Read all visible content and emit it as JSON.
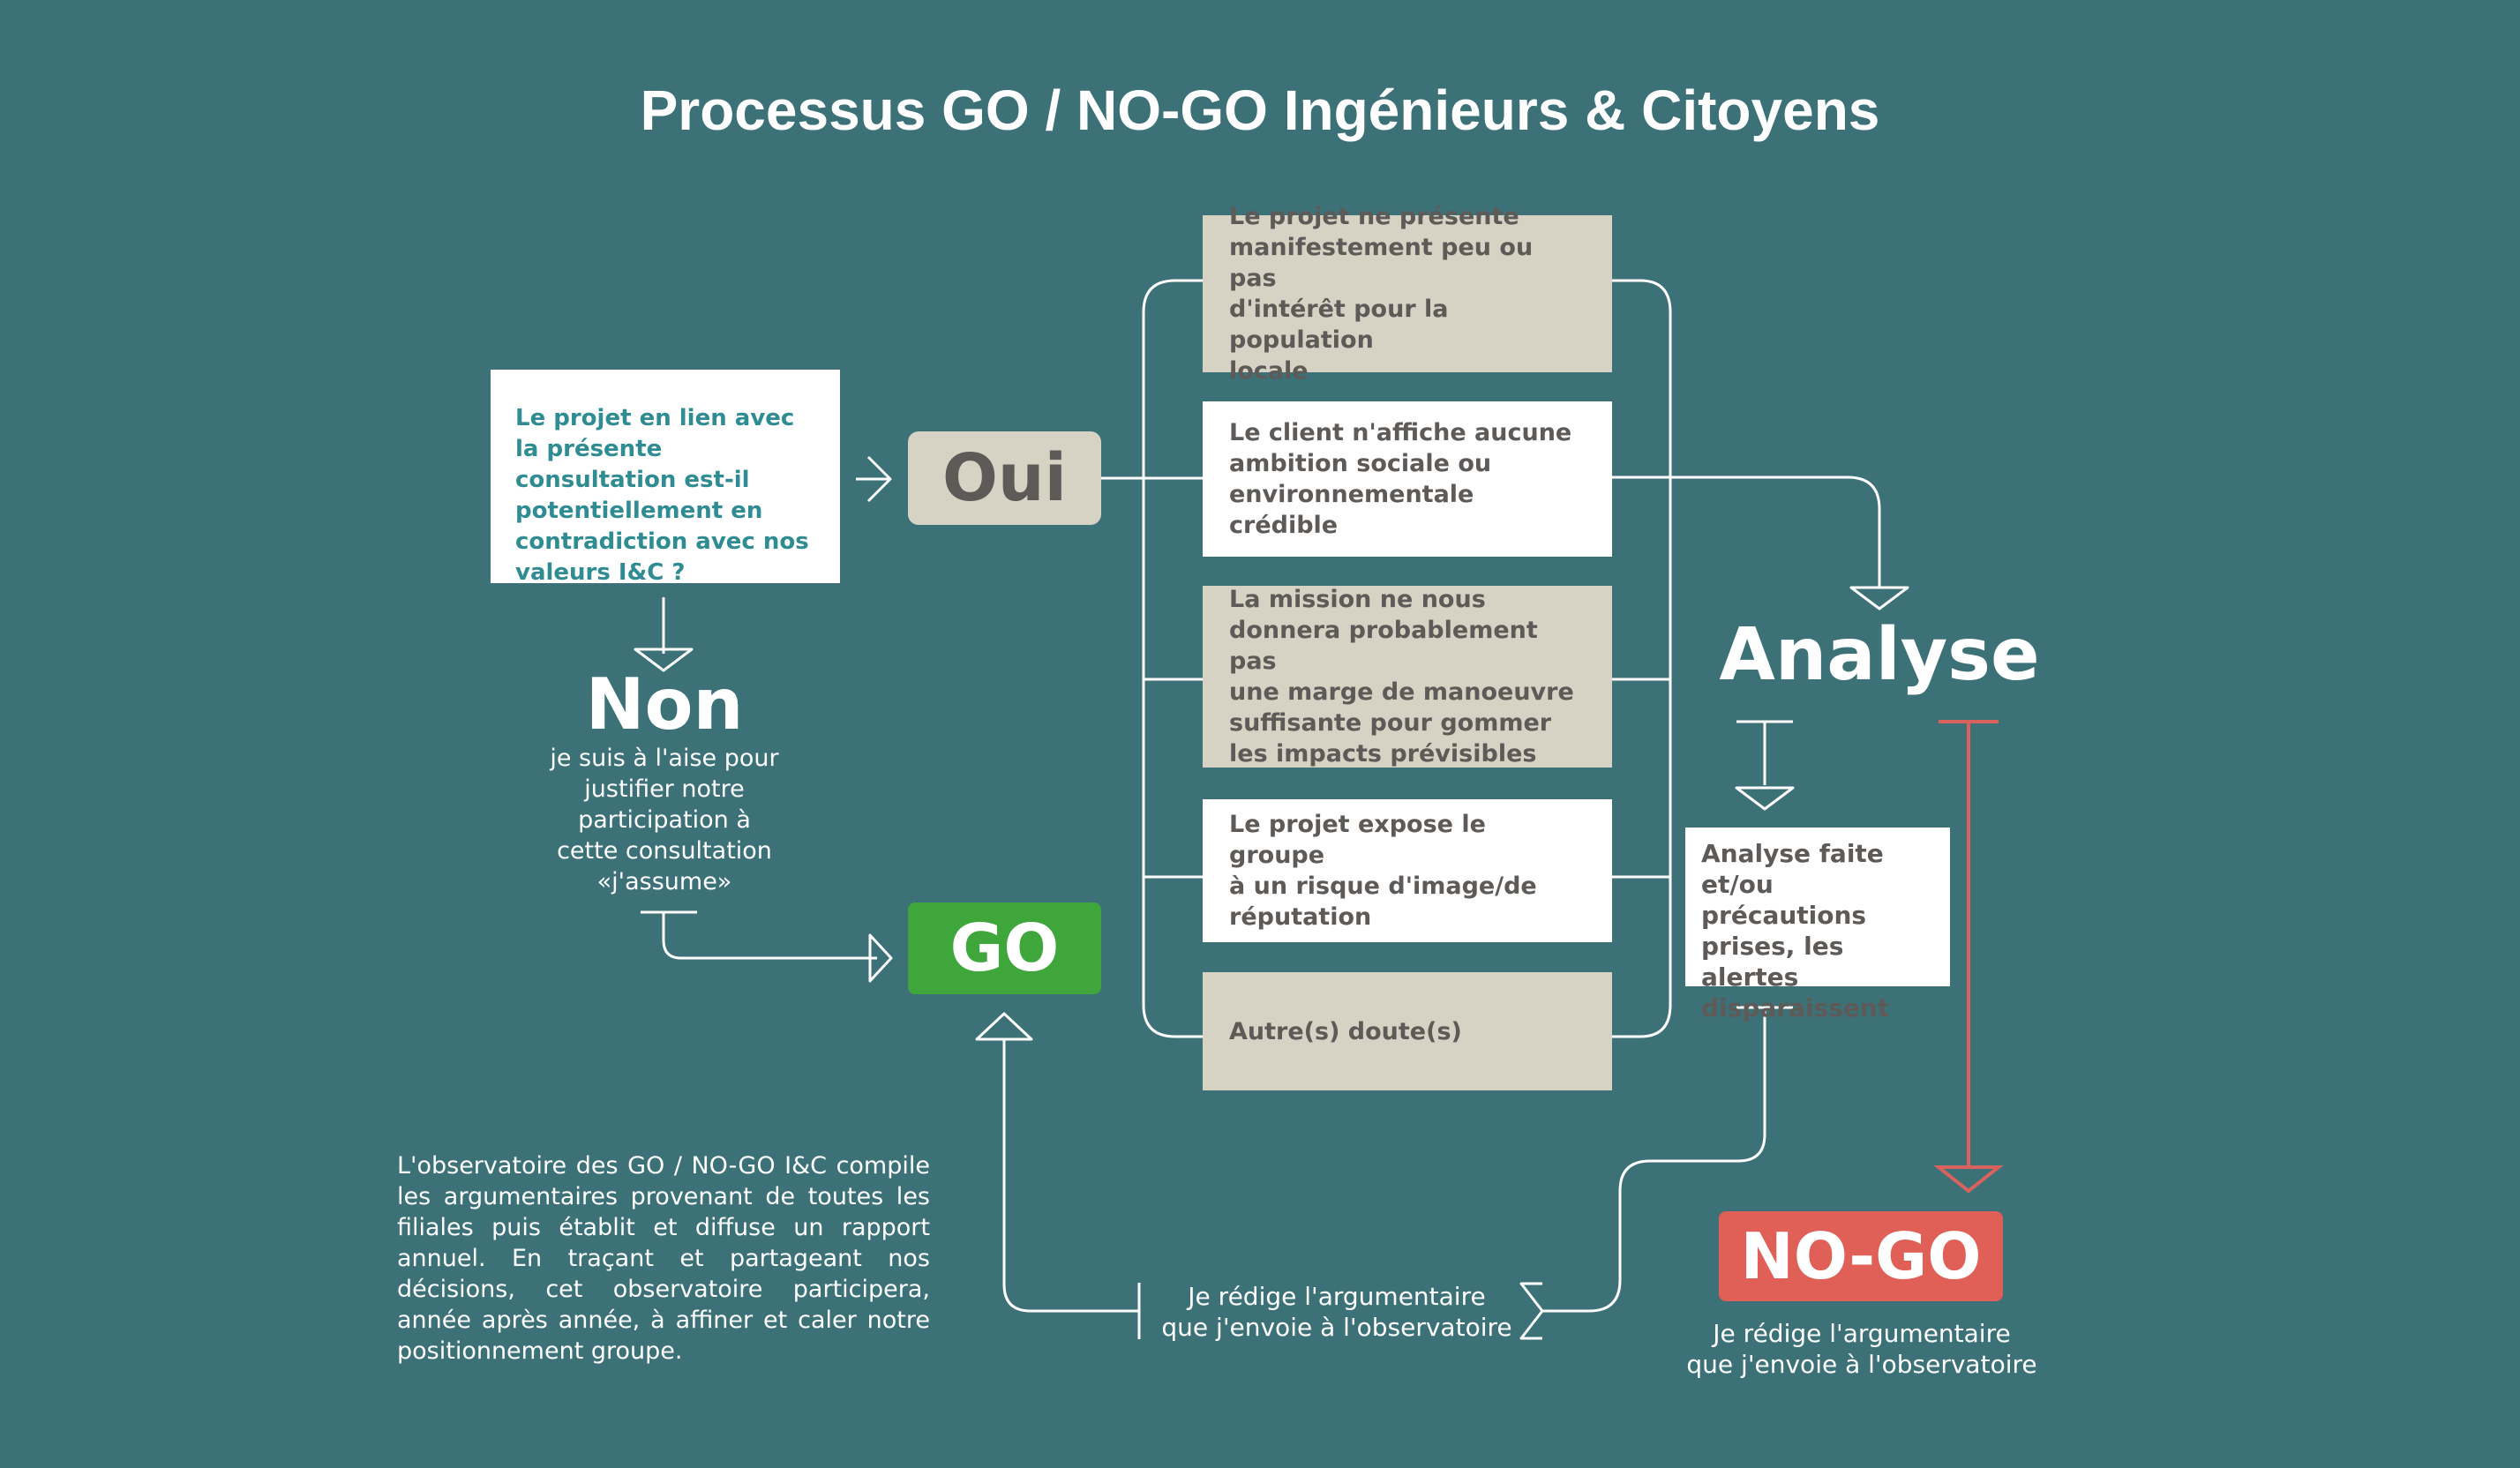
{
  "title": "Processus GO / NO-GO Ingénieurs & Citoyens",
  "question": "Le projet en lien avec la présente consultation est-il potentiellement en contradiction avec nos valeurs I&C ?",
  "oui": {
    "label": "Oui"
  },
  "non": {
    "label": "Non",
    "lines": [
      "je suis à l'aise pour",
      "justifier notre",
      "participation à",
      "cette consultation",
      "«j'assume»"
    ]
  },
  "go": {
    "label": "GO"
  },
  "criteria": [
    {
      "lines": [
        "Le projet ne présente",
        "manifestement peu ou pas",
        "d'intérêt pour la population",
        "locale"
      ]
    },
    {
      "lines": [
        "Le client n'affiche aucune",
        "ambition sociale ou",
        "environnementale crédible"
      ]
    },
    {
      "lines": [
        "La mission ne nous",
        "donnera probablement pas",
        "une marge de manoeuvre",
        "suffisante pour gommer",
        "les impacts prévisibles"
      ]
    },
    {
      "lines": [
        "Le projet expose le groupe",
        "à un risque d'image/de",
        "réputation"
      ]
    },
    {
      "lines": [
        "Autre(s) doute(s)"
      ]
    }
  ],
  "analyse": {
    "label": "Analyse",
    "result_lines": [
      "Analyse faite",
      "et/ou précautions",
      "prises, les alertes",
      "disparaissent"
    ]
  },
  "nogo": {
    "label": "NO-GO"
  },
  "redige_mid": [
    "Je rédige l'argumentaire",
    "que j'envoie à l'observatoire"
  ],
  "redige_right": [
    "Je rédige l'argumentaire",
    "que j'envoie à l'observatoire"
  ],
  "observatoire": "L'observatoire des GO / NO-GO I&C compile les argumentaires provenant de toutes les filiales puis établit et diffuse un rapport annuel. En traçant et partageant nos décisions, cet observatoire participera, année après année, à affiner et caler notre positionnement groupe.",
  "colors": {
    "background": "#3c7178",
    "beige": "#d6d2c4",
    "go_green": "#3ea63b",
    "nogo_red": "#e05f56",
    "question_teal": "#2f8c93",
    "dark_text": "#5e5a57"
  }
}
